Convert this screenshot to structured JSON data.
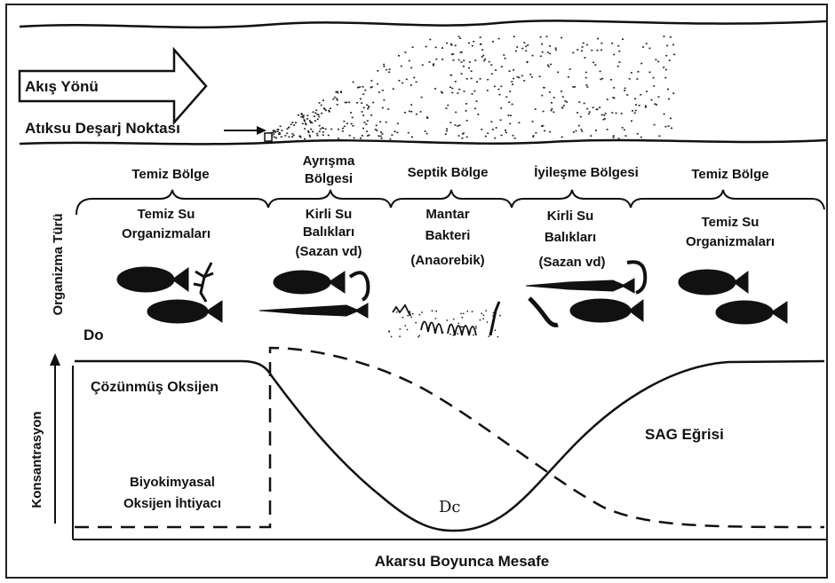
{
  "river": {
    "flow_label": "Akış Yönü",
    "discharge_label": "Atıksu Deşarj Noktası"
  },
  "zones": [
    {
      "lines": [
        "Temiz Bölge"
      ]
    },
    {
      "lines": [
        "Ayrışma",
        "Bölgesi"
      ]
    },
    {
      "lines": [
        "Septik Bölge"
      ]
    },
    {
      "lines": [
        "İyileşme Bölgesi"
      ]
    },
    {
      "lines": [
        "Temiz Bölge"
      ]
    }
  ],
  "organisms": [
    {
      "lines": [
        "Temiz Su",
        "Organizmaları"
      ]
    },
    {
      "lines": [
        "Kirli Su",
        "Balıkları",
        "(Sazan vd)"
      ]
    },
    {
      "lines": [
        "Mantar",
        "Bakteri",
        "(Anaorebik)"
      ]
    },
    {
      "lines": [
        "Kirli Su",
        "Balıkları",
        "(Sazan vd)"
      ]
    },
    {
      "lines": [
        "Temiz Su",
        "Organizmaları"
      ]
    }
  ],
  "axes": {
    "y_upper": "Organizma Türü",
    "y_lower": "Konsantrasyon",
    "x": "Akarsu Boyunca Mesafe"
  },
  "curves": {
    "do_marker": "Do",
    "dc_marker": "Dc",
    "dissolved_oxygen": "Çözünmüş Oksijen",
    "bod": [
      "Biyokimyasal",
      "Oksijen İhtiyacı"
    ],
    "sag": "SAG Eğrisi"
  }
}
